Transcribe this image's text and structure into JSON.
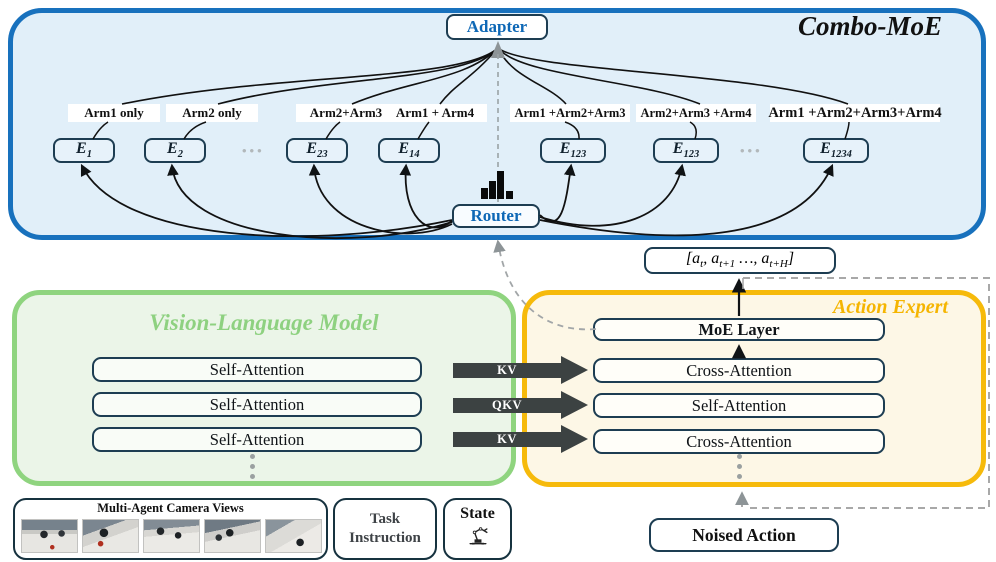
{
  "combo": {
    "title": "Combo-MoE",
    "adapter_label": "Adapter",
    "router_label": "Router",
    "ellipsis": "•••",
    "experts": [
      {
        "label": "Arm1 only",
        "symbol": "E",
        "sub": "1"
      },
      {
        "label": "Arm2 only",
        "symbol": "E",
        "sub": "2"
      },
      {
        "label": "Arm2+Arm3",
        "symbol": "E",
        "sub": "23"
      },
      {
        "label": "Arm1 + Arm4",
        "symbol": "E",
        "sub": "14"
      },
      {
        "label": "Arm1 +Arm2+Arm3",
        "symbol": "E",
        "sub": "123"
      },
      {
        "label": "Arm2+Arm3 +Arm4",
        "symbol": "E",
        "sub": "123"
      },
      {
        "label": "Arm1 +Arm2+Arm3+Arm4",
        "symbol": "E",
        "sub": "1234"
      }
    ]
  },
  "vlm": {
    "title": "Vision-Language Model",
    "layers": [
      "Self-Attention",
      "Self-Attention",
      "Self-Attention"
    ]
  },
  "action_expert": {
    "title": "Action Expert",
    "layers": {
      "moe": "MoE Layer",
      "cross1": "Cross-Attention",
      "self": "Self-Attention",
      "cross2": "Cross-Attention"
    }
  },
  "kv_labels": [
    "KV",
    "QKV",
    "KV"
  ],
  "action_tokens": {
    "open": "[",
    "a1": "a",
    "s1": "t",
    "c1": ", ",
    "a2": "a",
    "s2": "t+1",
    "c2": " …, ",
    "a3": "a",
    "s3": "t+H",
    "close": "]"
  },
  "inputs": {
    "camera_title": "Multi-Agent Camera Views",
    "task_line1": "Task",
    "task_line2": "Instruction",
    "state_label": "State",
    "noised_action_label": "Noised Action"
  },
  "icons": {
    "router_distribution": "histogram-icon",
    "state": "robot-arm-icon"
  },
  "colors": {
    "combo_border": "#1871bd",
    "combo_fill": "#e1eff9",
    "vlm_border": "#8fd47f",
    "vlm_fill": "#ebf5e8",
    "vlm_title": "#8ed180",
    "action_expert_border": "#f6ba0b",
    "action_expert_fill": "#fdf7e6",
    "action_expert_title": "#f5b501",
    "blue_text": "#0e68b6",
    "kv_arrow": "#3c4242",
    "box_border": "#1d3d52",
    "dashed_gray": "#a8a8a8"
  }
}
